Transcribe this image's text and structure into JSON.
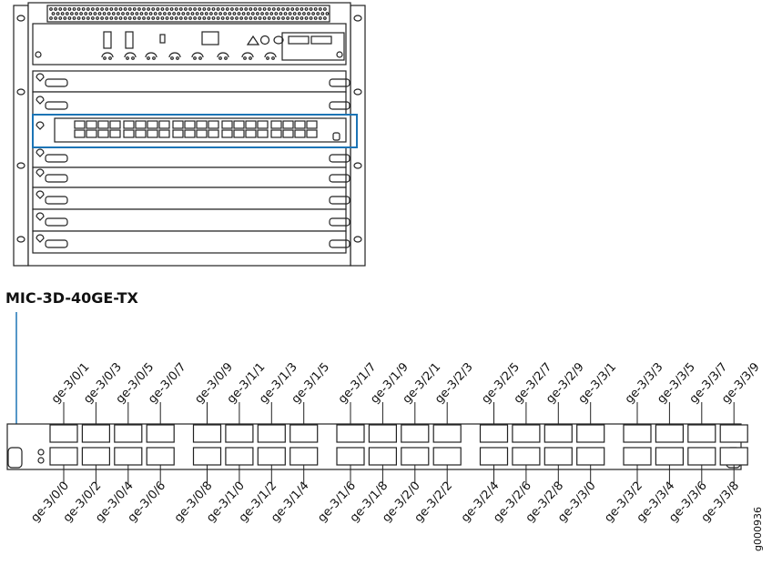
{
  "title": "MIC-3D-40GE-TX",
  "figure_id": "g000936",
  "colors": {
    "highlight": "#1c74b5",
    "line": "#222222",
    "chassis_fill": "#ffffff",
    "vent_fill": "#444444"
  },
  "ports_top": [
    "ge-3/0/1",
    "ge-3/0/3",
    "ge-3/0/5",
    "ge-3/0/7",
    "ge-3/0/9",
    "ge-3/1/1",
    "ge-3/1/3",
    "ge-3/1/5",
    "ge-3/1/7",
    "ge-3/1/9",
    "ge-3/2/1",
    "ge-3/2/3",
    "ge-3/2/5",
    "ge-3/2/7",
    "ge-3/2/9",
    "ge-3/3/1",
    "ge-3/3/3",
    "ge-3/3/5",
    "ge-3/3/7",
    "ge-3/3/9"
  ],
  "ports_bottom": [
    "ge-3/0/0",
    "ge-3/0/2",
    "ge-3/0/4",
    "ge-3/0/6",
    "ge-3/0/8",
    "ge-3/1/0",
    "ge-3/1/2",
    "ge-3/1/4",
    "ge-3/1/6",
    "ge-3/1/8",
    "ge-3/2/0",
    "ge-3/2/2",
    "ge-3/2/4",
    "ge-3/2/6",
    "ge-3/2/8",
    "ge-3/3/0",
    "ge-3/3/2",
    "ge-3/3/4",
    "ge-3/3/6",
    "ge-3/3/8"
  ]
}
